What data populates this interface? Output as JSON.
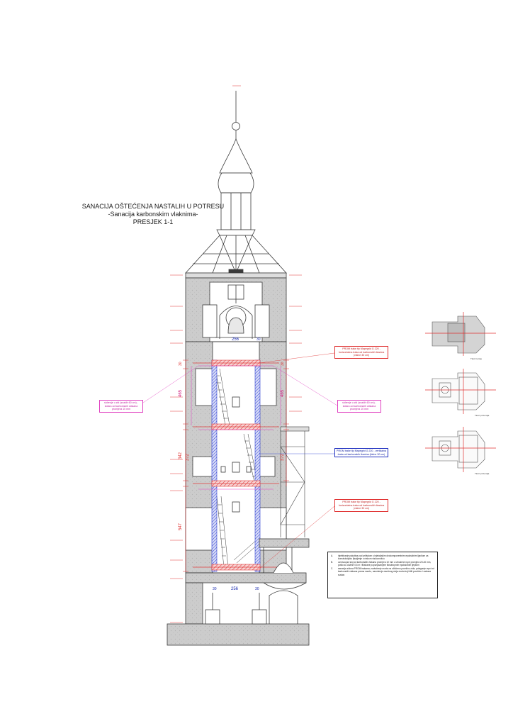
{
  "title": {
    "line1": "SANACIJA OŠTEĆENJA NASTALIH U POTRESU",
    "line2": "-Sanacija karbonskim vlaknima-",
    "line3": "PRESJEK 1-1"
  },
  "callouts": {
    "right_top": "PROM trake tip Mapegrid G 220 - horizontalna traka od karbonskih tkanina (visine 30 cm)",
    "right_mid_pink": "sidrenje u zid (svakih 60 cm) - sidara od karbonskih vlakana promjera 10 mm",
    "left_mid_pink": "sidrenje u zid (svakih 60 cm) - sidara od karbonskih vlakana promjera 10 mm",
    "right_blue": "PROM trake tip Mapegrid G 220 - vertikalna traka od karbonskih tkanina (širine 30 cm)",
    "right_bottom": "PROM trake tip Mapegrid G 220 - horizontalna traka od karbonskih tkanina (visine 30 cm)"
  },
  "dimensions": {
    "width_top": "256",
    "width_bottom": "256",
    "side_top": "30",
    "side_bottom_left": "30",
    "side_bottom_right": "30",
    "h_465": "465",
    "h_342": "342",
    "h_372": "372",
    "h_547": "547",
    "h_30": "30"
  },
  "notes": [
    {
      "key": "A.",
      "text": "injektiranje pukotina pod pritiskom s injekcijskim dvokomponentnim epoksidnim ljepilom za konstrukcijsko lijepljenje s niskom viskoznošću"
    },
    {
      "key": "B.",
      "text": "ucvrscujuci sloj od karbonskih vlakana promjera 10 mm u izbušene rupe promjera 20-40 mm, pošto su dužine 0,6 m i fiksirane popunjavanjem tiksotropnim epoksidnim ljepilom"
    },
    {
      "key": "C.",
      "text": "sanacija zidova PROM trakama, navlačenje morta na očišćenu površinu zida, polaganje vrpci od karbonskih vlakana prema nacrtu, nanošenje završnog sloja morta koji štiti površinu i zatvara sustav"
    }
  ],
  "plans": {
    "top_label": "Tlocrt tornja",
    "mid_label": "Tlocrt prizemlja",
    "bot_label": "Tlocrt prizemlja"
  },
  "colors": {
    "wall": "#cfcfcf",
    "line": "#3a3a3a",
    "carbon_red": "#e03c3c",
    "carbon_blue": "#2a3cd0",
    "anchor_pink": "#e040c0",
    "level_red": "#e03030"
  }
}
